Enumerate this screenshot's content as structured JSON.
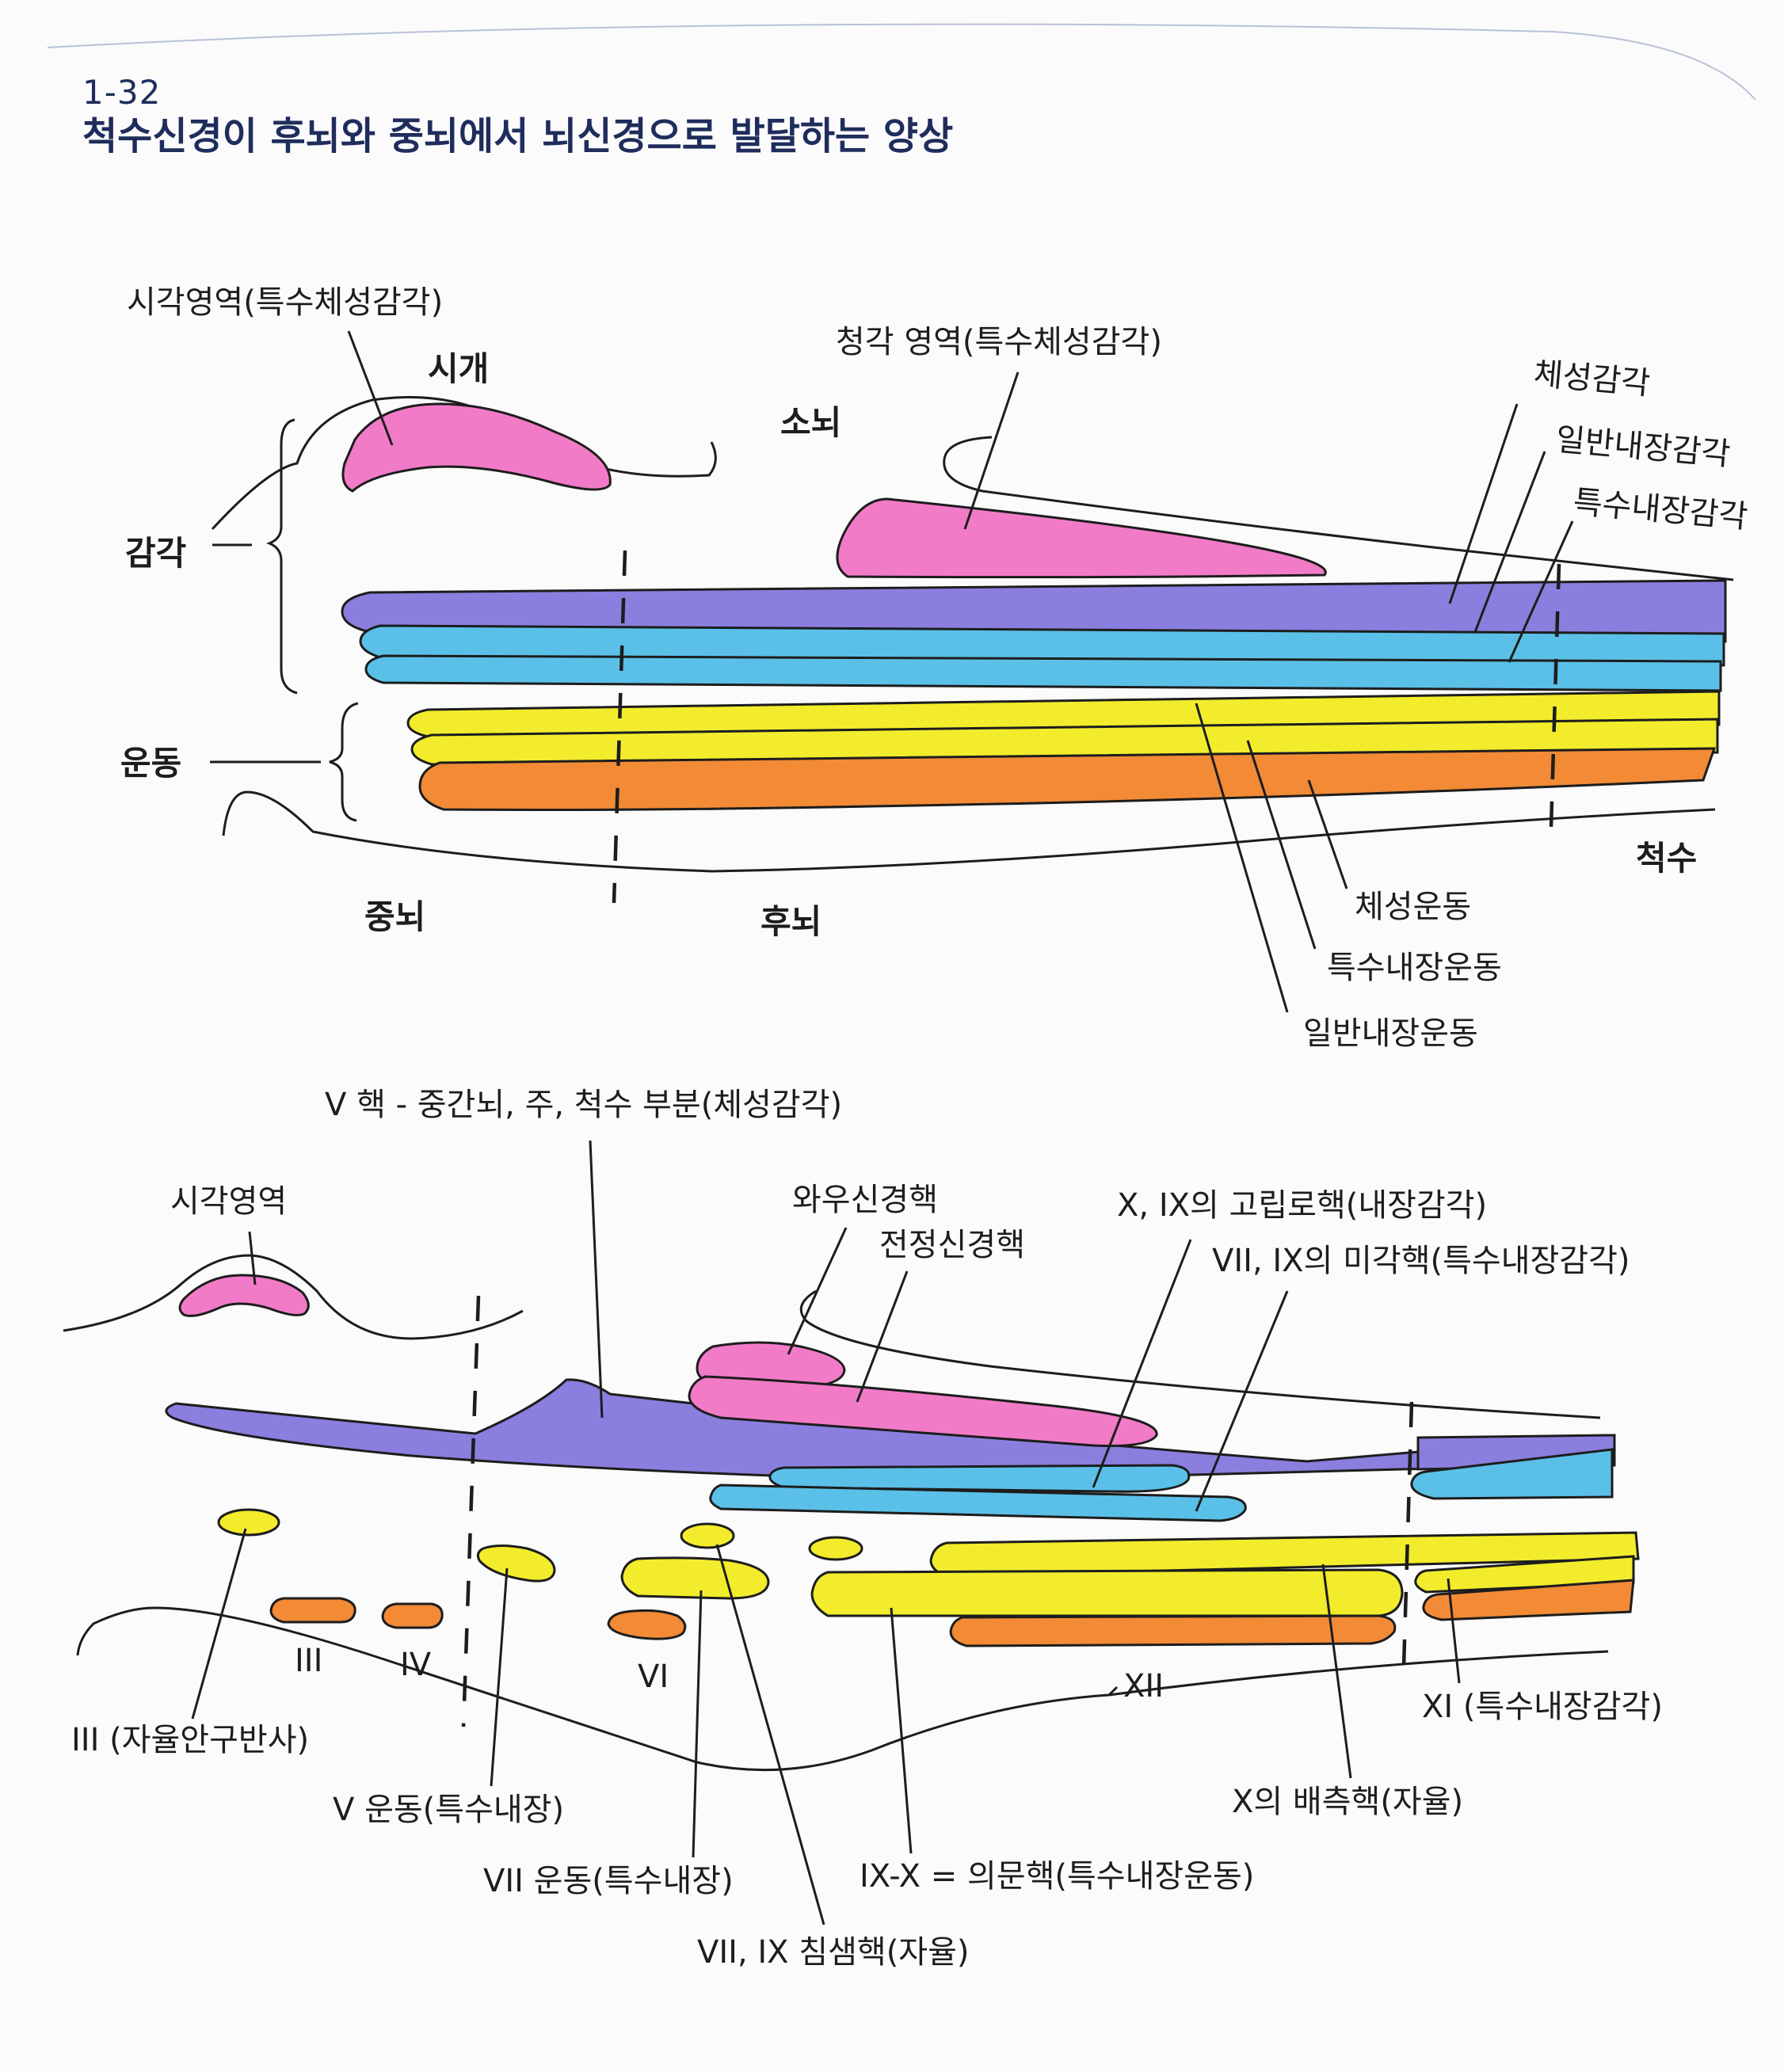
{
  "header": {
    "figure_number": "1-32",
    "title": "척수신경이 후뇌와 중뇌에서 뇌신경으로 발달하는 양상"
  },
  "colors": {
    "somatic_sensory": "#8a7fde",
    "visceral_sensory": "#5ac0e8",
    "somatic_motor": "#f2ec2c",
    "visceral_motor": "#f28a36",
    "special_sensory": "#f27bc8"
  },
  "top_diagram": {
    "label_visual_area": "시각영역(특수체성감각)",
    "label_tectum": "시개",
    "label_cerebellum": "소뇌",
    "label_auditory_area": "청각 영역(특수체성감각)",
    "label_somatic_sensory": "체성감각",
    "label_general_visceral_sensory": "일반내장감각",
    "label_special_visceral_sensory": "특수내장감각",
    "label_sensory": "감각",
    "label_motor": "운동",
    "label_midbrain": "중뇌",
    "label_hindbrain": "후뇌",
    "label_spinal_cord": "척수",
    "label_somatic_motor": "체성운동",
    "label_special_visceral_motor": "특수내장운동",
    "label_general_visceral_motor": "일반내장운동"
  },
  "bottom_diagram": {
    "label_trigeminal_nuclei": "V 핵 - 중간뇌, 주, 척수 부분(체성감각)",
    "label_visual_area": "시각영역",
    "label_cochlear_nucleus": "와우신경핵",
    "label_vestibular_nucleus": "전정신경핵",
    "label_solitary_nucleus": "X, IX의 고립로핵(내장감각)",
    "label_gustatory_nucleus": "VII, IX의 미각핵(특수내장감각)",
    "label_cn3": "III",
    "label_cn4": "IV",
    "label_cn6": "VI",
    "label_cn12": "XII",
    "label_cn11": "XI (특수내장감각)",
    "label_cn3_autonomic": "III (자율안구반사)",
    "label_cn5_motor": "V 운동(특수내장)",
    "label_cn7_motor": "VII 운동(특수내장)",
    "label_salivatory": "VII, IX 침샘핵(자율)",
    "label_ambiguus": "IX-X = 의문핵(특수내장운동)",
    "label_dorsal_vagal": "X의 배측핵(자율)"
  }
}
